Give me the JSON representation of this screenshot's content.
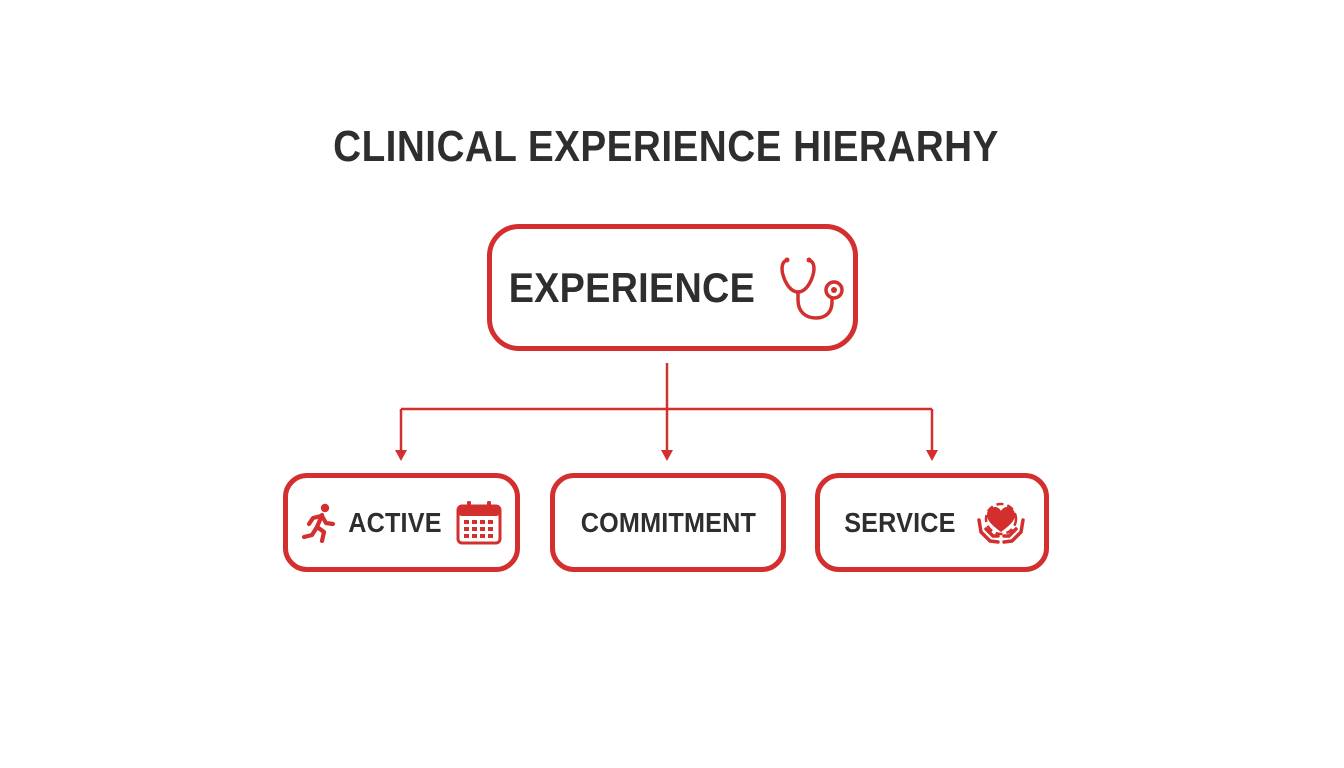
{
  "title": "CLINICAL EXPERIENCE HIERARHY",
  "root": {
    "label": "EXPERIENCE",
    "icon": "stethoscope-icon"
  },
  "children": [
    {
      "label": "ACTIVE",
      "icons": [
        "running-person-icon",
        "calendar-icon"
      ]
    },
    {
      "label": "COMMITMENT",
      "icons": []
    },
    {
      "label": "SERVICE",
      "icons": [
        "hands-heart-icon"
      ]
    }
  ],
  "colors": {
    "accent": "#d32f2f",
    "text": "#2e2e2e",
    "background": "#ffffff"
  }
}
